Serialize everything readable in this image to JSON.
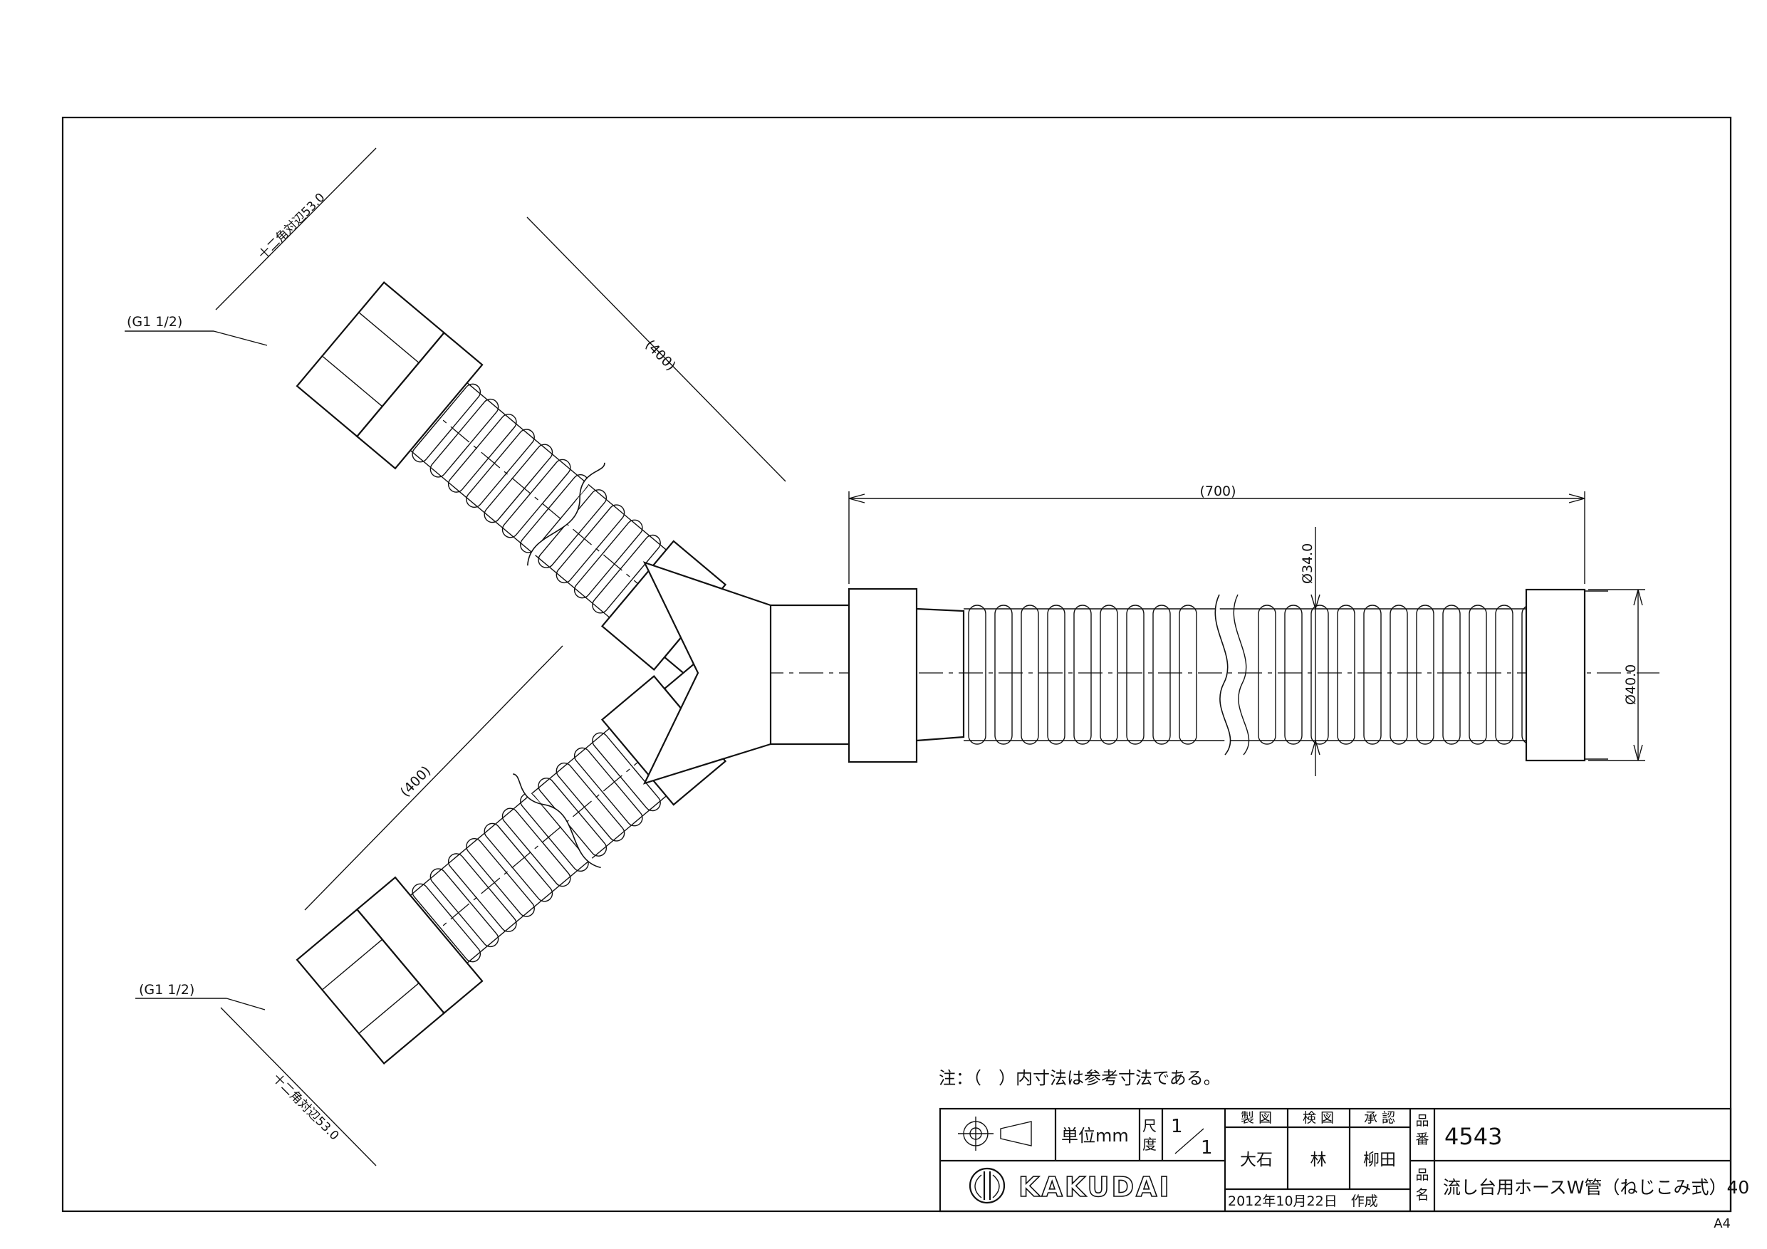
{
  "drawing": {
    "left_branch_length": "(400)",
    "lower_branch_length": "(400)",
    "main_length": "(700)",
    "hose_inner_dia": "Ø34.0",
    "nut_outer_dia": "Ø40.0",
    "thread_top": "(G1 1/2)",
    "thread_bottom": "(G1 1/2)",
    "hex_top": "十二角対辺53.0",
    "hex_bottom": "十二角対辺53.0"
  },
  "note": "注：（　）内寸法は参考寸法である。",
  "title_block": {
    "unit_label": "単位mm",
    "scale_label_top": "尺",
    "scale_label_bottom": "度",
    "scale_num": "1",
    "scale_den": "1",
    "drawn_label": "製 図",
    "checked_label": "検 図",
    "approved_label": "承 認",
    "drawn_by": "大石",
    "checked_by": "林",
    "approved_by": "柳田",
    "part_no_label_1": "品",
    "part_no_label_2": "番",
    "part_no": "4543",
    "name_label_1": "品",
    "name_label_2": "名",
    "part_name": "流し台用ホースW管（ねじこみ式）40",
    "date": "2012年10月22日　作成",
    "brand": "KAKUDAI"
  },
  "sheet_size": "A4"
}
